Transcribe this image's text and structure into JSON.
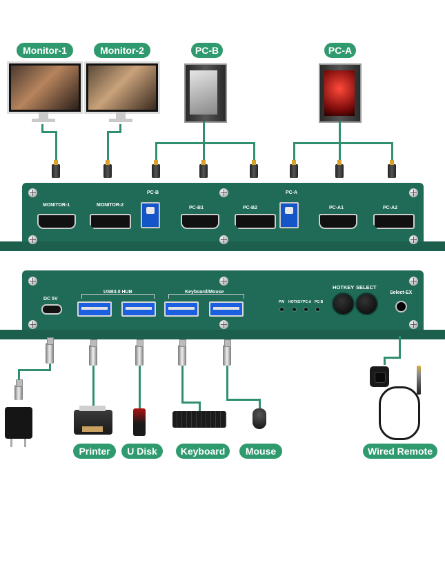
{
  "labels": {
    "monitor1": "Monitor-1",
    "monitor2": "Monitor-2",
    "pcb": "PC-B",
    "pca": "PC-A",
    "printer": "Printer",
    "udisk": "U Disk",
    "keyboard": "Keyboard",
    "mouse": "Mouse",
    "wired_remote": "Wired Remote"
  },
  "front_panel": {
    "monitor1": "MONITOR-1",
    "monitor2": "MONITOR-2",
    "pcb": "PC-B",
    "pcb1": "PC-B1",
    "pcb2": "PC-B2",
    "pca": "PC-A",
    "pca1": "PC-A1",
    "pca2": "PC-A2"
  },
  "back_panel": {
    "dc": "DC 5V",
    "usb_hub": "USB3.0 HUB",
    "kb_mouse": "Keyboard/Mouse",
    "led_pw": "PW",
    "led_hotkey": "HOTKEY",
    "led_pca": "PC-A",
    "led_pcb": "PC-B",
    "hotkey": "HOTKEY",
    "select": "SELECT",
    "select_ex": "Select-EX"
  },
  "colors": {
    "accent": "#2f9a6e",
    "panel": "#1f6b57",
    "cable": "#2f8f70"
  }
}
